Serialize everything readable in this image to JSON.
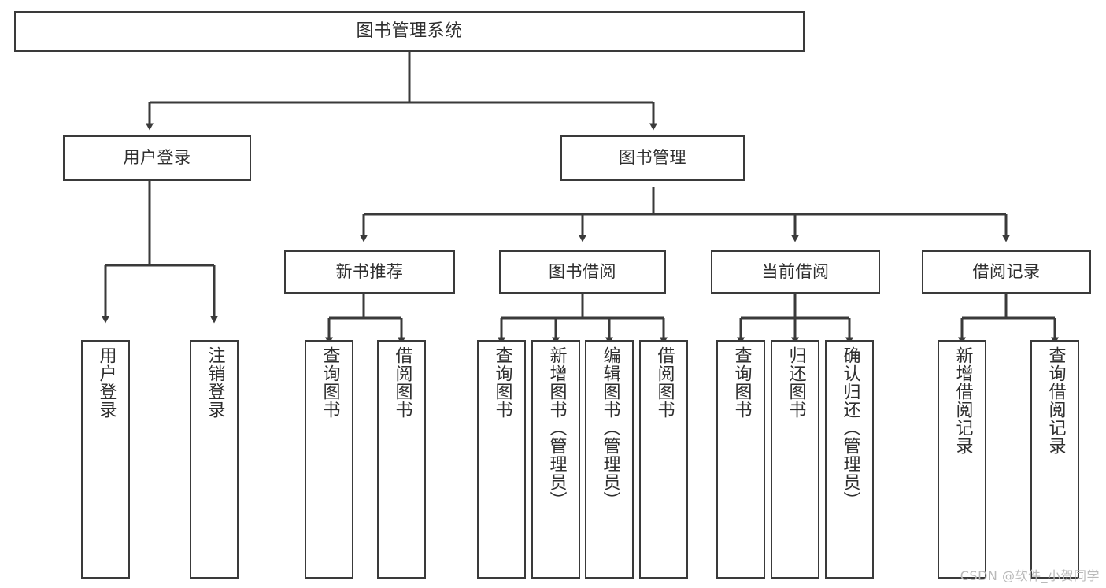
{
  "diagram": {
    "title": "图书管理系统",
    "type": "hierarchy-tree",
    "background_color": "#ffffff",
    "box_border_color": "#3a3a3a",
    "text_color": "#2e2e2e",
    "connector_color": "#3a3a3a",
    "watermark": "CSDN @软件_小贺同学",
    "levels": {
      "level0": [
        {
          "id": "root",
          "label": "图书管理系统",
          "orientation": "horizontal"
        }
      ],
      "level1": [
        {
          "id": "user-login",
          "label": "用户登录",
          "orientation": "horizontal"
        },
        {
          "id": "book-manage",
          "label": "图书管理",
          "orientation": "horizontal"
        }
      ],
      "level2": [
        {
          "id": "new-book-rec",
          "label": "新书推荐",
          "orientation": "horizontal"
        },
        {
          "id": "book-borrow",
          "label": "图书借阅",
          "orientation": "horizontal"
        },
        {
          "id": "current-borrow",
          "label": "当前借阅",
          "orientation": "horizontal"
        },
        {
          "id": "borrow-record",
          "label": "借阅记录",
          "orientation": "horizontal"
        }
      ],
      "level3": [
        {
          "id": "leaf-user-login",
          "label": "用户登录",
          "parent": "user-login",
          "orientation": "vertical"
        },
        {
          "id": "leaf-logout",
          "label": "注销登录",
          "parent": "user-login",
          "orientation": "vertical"
        },
        {
          "id": "leaf-query-book-1",
          "label": "查询图书",
          "parent": "new-book-rec",
          "orientation": "vertical"
        },
        {
          "id": "leaf-borrow-book-1",
          "label": "借阅图书",
          "parent": "new-book-rec",
          "orientation": "vertical"
        },
        {
          "id": "leaf-query-book-2",
          "label": "查询图书",
          "parent": "book-borrow",
          "orientation": "vertical"
        },
        {
          "id": "leaf-add-book",
          "label": "新增图书（管理员）",
          "parent": "book-borrow",
          "orientation": "vertical"
        },
        {
          "id": "leaf-edit-book",
          "label": "编辑图书（管理员）",
          "parent": "book-borrow",
          "orientation": "vertical"
        },
        {
          "id": "leaf-borrow-book-2",
          "label": "借阅图书",
          "parent": "book-borrow",
          "orientation": "vertical"
        },
        {
          "id": "leaf-query-book-3",
          "label": "查询图书",
          "parent": "current-borrow",
          "orientation": "vertical"
        },
        {
          "id": "leaf-return-book",
          "label": "归还图书",
          "parent": "current-borrow",
          "orientation": "vertical"
        },
        {
          "id": "leaf-confirm-return",
          "label": "确认归还（管理员）",
          "parent": "current-borrow",
          "orientation": "vertical"
        },
        {
          "id": "leaf-add-record",
          "label": "新增借阅记录",
          "parent": "borrow-record",
          "orientation": "vertical"
        },
        {
          "id": "leaf-query-record",
          "label": "查询借阅记录",
          "parent": "borrow-record",
          "orientation": "vertical"
        }
      ]
    }
  }
}
